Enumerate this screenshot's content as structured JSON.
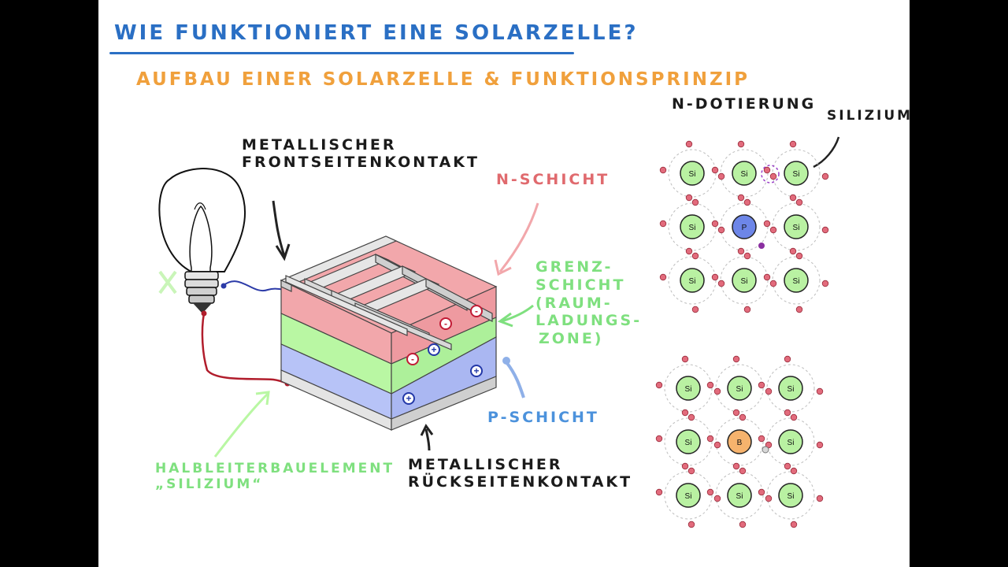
{
  "title": "Wie funktioniert eine Solarzelle?",
  "subtitle": "Aufbau einer Solarzelle & Funktionsprinzip",
  "labels": {
    "front_contact": [
      "Metallischer",
      "Frontseitenkontakt"
    ],
    "n_layer": "n-Schicht",
    "boundary": [
      "Grenz-",
      "schicht",
      "(Raum-",
      "ladungs-",
      "zone)"
    ],
    "p_layer": "p-Schicht",
    "back_contact": [
      "Metallischer",
      "Rückseitenkontakt"
    ],
    "semiconductor": [
      "Halbleiterbauelement",
      "„Silizium“"
    ],
    "n_doping": "n-Dotierung",
    "silicon": "Silizium"
  },
  "charges": {
    "negative": "-",
    "positive": "+"
  },
  "lattice_top": {
    "atoms": [
      [
        "Si",
        "Si",
        "Si"
      ],
      [
        "Si",
        "P",
        "Si"
      ],
      [
        "Si",
        "Si",
        "Si"
      ]
    ]
  },
  "lattice_bottom": {
    "atoms": [
      [
        "Si",
        "Si",
        "Si"
      ],
      [
        "Si",
        "B",
        "Si"
      ],
      [
        "Si",
        "Si",
        "Si"
      ]
    ]
  },
  "colors": {
    "title": "#2a6fc4",
    "subtitle": "#f0a03c",
    "n_layer": "#f2a7ab",
    "boundary": "#b9f7a3",
    "p_layer": "#b7c3f7",
    "si_atom": "#b9f1a2",
    "p_atom": "#6d86e8",
    "b_atom": "#f6b36d",
    "electron": "#e26b7c"
  }
}
